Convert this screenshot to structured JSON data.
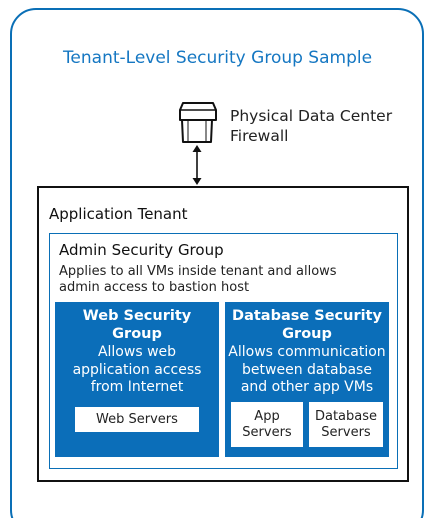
{
  "diagram": {
    "title": "Tenant-Level Security Group Sample",
    "firewall": {
      "icon": "firewall-icon",
      "label_line1": "Physical Data Center",
      "label_line2": "Firewall"
    },
    "tenant": {
      "title": "Application Tenant",
      "admin_group": {
        "title": "Admin Security Group",
        "desc_line1": "Applies to all VMs inside tenant and allows",
        "desc_line2": "admin access to bastion host"
      },
      "web_group": {
        "title_line1": "Web Security",
        "title_line2": "Group",
        "desc_line1": "Allows web",
        "desc_line2": "application access",
        "desc_line3": "from Internet",
        "servers_label": "Web Servers"
      },
      "db_group": {
        "title_line1": "Database Security",
        "title_line2": "Group",
        "desc_line1": "Allows communication",
        "desc_line2": "between database",
        "desc_line3": "and other app VMs",
        "app_servers_line1": "App",
        "app_servers_line2": "Servers",
        "db_servers_line1": "Database",
        "db_servers_line2": "Servers"
      }
    },
    "colors": {
      "accent_blue": "#0b6eb9",
      "title_blue": "#1577c2",
      "frame_blue": "#0a6fb6"
    }
  }
}
